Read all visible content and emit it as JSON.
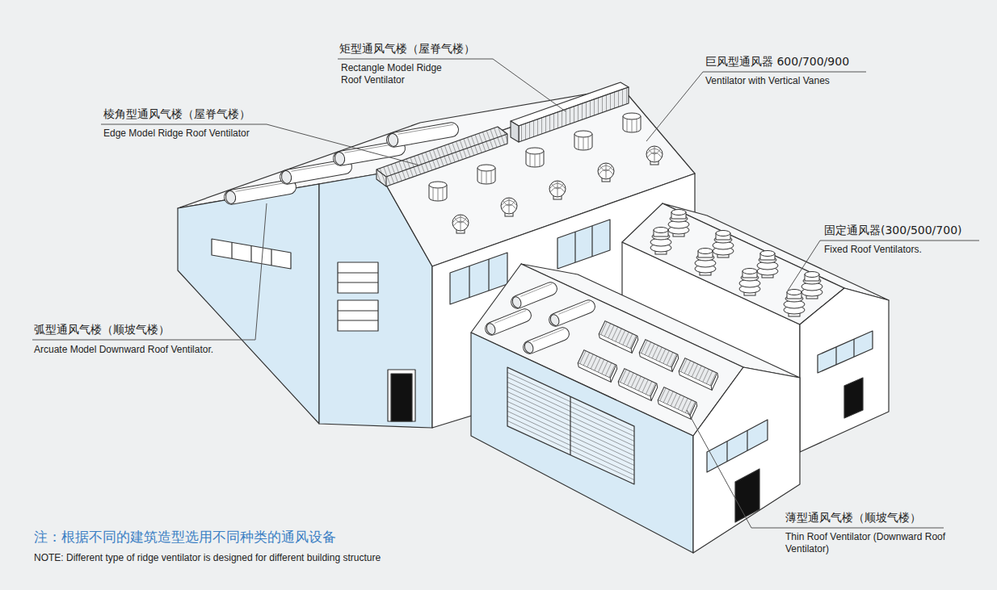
{
  "diagram": {
    "labels": [
      "矩型通风气楼（屋脊气楼）",
      "Rectangle Model Ridge Roof Ventilator",
      "巨风型通风器 600/700/900",
      "Ventilator with Vertical Vanes",
      "棱角型通风气楼（屋脊气楼）",
      "Edge Model Ridge Roof Ventilator",
      "固定通风器(300/500/700)",
      "Fixed Roof Ventilators.",
      "弧型通风气楼（顺坡气楼）",
      "Arcuate Model Downward Roof Ventilator.",
      "薄型通风气楼（顺坡气楼）",
      "Thin Roof Ventilator (Downward Roof Ventilator)",
      "注：根据不同的建筑造型选用不同种类的通风设备",
      "NOTE: Different type of ridge ventilator is designed for different building structure"
    ]
  }
}
